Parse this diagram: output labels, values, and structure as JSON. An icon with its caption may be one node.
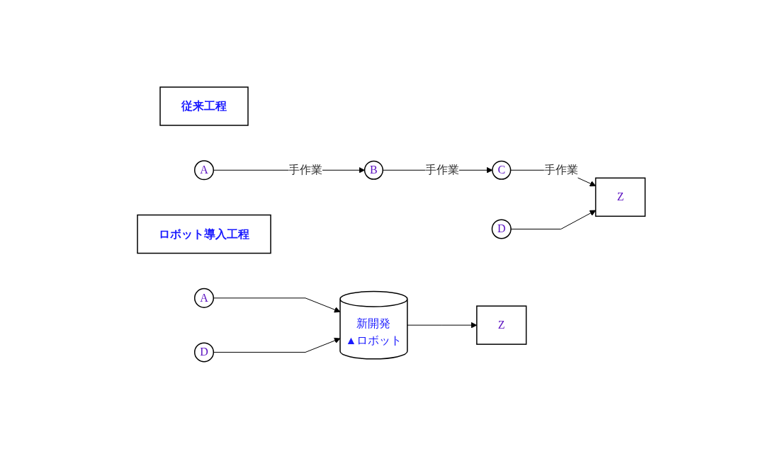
{
  "diagram": {
    "nodes": [
      {
        "text": [
          "従来工程"
        ]
      },
      {
        "text": [
          "A"
        ]
      },
      {
        "text": [
          "B"
        ]
      },
      {
        "text": [
          "C"
        ]
      },
      {
        "text": [
          "Z"
        ]
      },
      {
        "text": [
          "D"
        ]
      },
      {
        "text": [
          "ロボット導入工程"
        ]
      },
      {
        "text": [
          "A"
        ]
      },
      {
        "text": [
          "D"
        ]
      },
      {
        "text": [
          "新開発",
          "▲ロボット"
        ]
      },
      {
        "text": [
          "Z"
        ]
      }
    ],
    "edges": [
      {
        "from": 1,
        "to": 2,
        "arrow": "to",
        "label": "手作業"
      },
      {
        "from": 2,
        "to": 3,
        "arrow": "to",
        "label": "手作業"
      },
      {
        "from": 3,
        "to": 4,
        "arrow": "to",
        "label": "手作業"
      },
      {
        "from": 5,
        "to": 4,
        "arrow": "to"
      },
      {
        "from": 7,
        "to": 9,
        "arrow": "to"
      },
      {
        "from": 8,
        "to": 9,
        "arrow": "to"
      },
      {
        "from": 9,
        "to": 10,
        "arrow": "to"
      }
    ]
  }
}
